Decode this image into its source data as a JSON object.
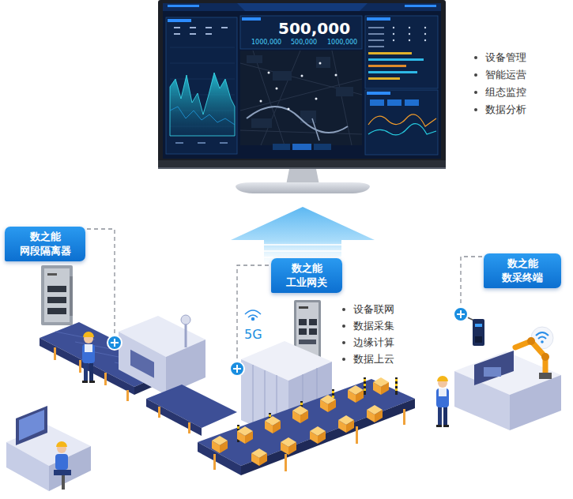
{
  "diagram": {
    "nodes": [
      {
        "text": [
          "数之能 网段隔离器"
        ]
      },
      {
        "text": [
          "数之能 工业网关"
        ]
      },
      {
        "text": [
          "数之能 数采终端"
        ]
      }
    ],
    "labels": [
      "500,000",
      "1000,000",
      "500,000",
      "1000,000",
      "设备管理",
      "智能运营",
      "组态监控",
      "数据分析",
      "设备联网",
      "数据采集",
      "边缘计算",
      "数据上云",
      "5G"
    ]
  }
}
